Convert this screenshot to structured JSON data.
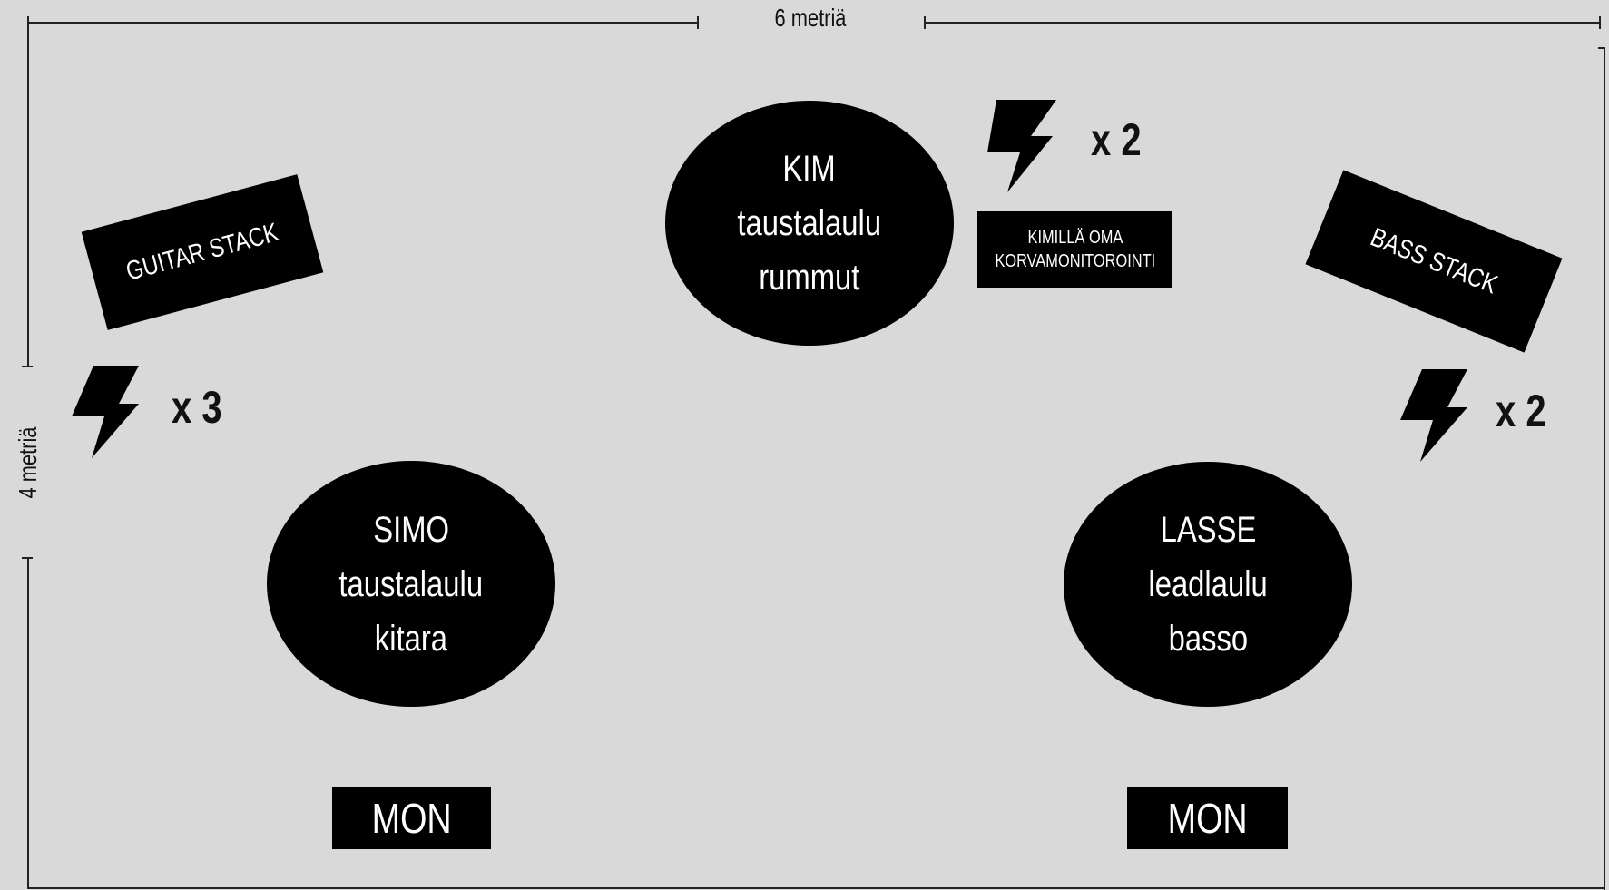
{
  "dimensions": {
    "width_label": "6 metriä",
    "height_label": "4 metriä"
  },
  "performers": [
    {
      "id": "kim",
      "lines": [
        "KIM",
        "taustalaulu",
        "rummut"
      ]
    },
    {
      "id": "simo",
      "lines": [
        "SIMO",
        "taustalaulu",
        "kitara"
      ]
    },
    {
      "id": "lasse",
      "lines": [
        "LASSE",
        "leadlaulu",
        "basso"
      ]
    }
  ],
  "stacks": {
    "guitar": "GUITAR STACK",
    "bass": "BASS STACK"
  },
  "monitors": {
    "left": "MON",
    "right": "MON"
  },
  "note": {
    "lines": [
      "KIMILLÄ OMA",
      "KORVAMONITOROINTI"
    ]
  },
  "power": {
    "left": {
      "icon": "lightning-bolt-icon",
      "count": "x 3"
    },
    "top": {
      "icon": "lightning-bolt-icon",
      "count": "x 2"
    },
    "right": {
      "icon": "lightning-bolt-icon",
      "count": "x 2"
    }
  },
  "colors": {
    "background": "#d9d9d9",
    "shapes": "#000000",
    "text_on_shapes": "#ffffff"
  }
}
